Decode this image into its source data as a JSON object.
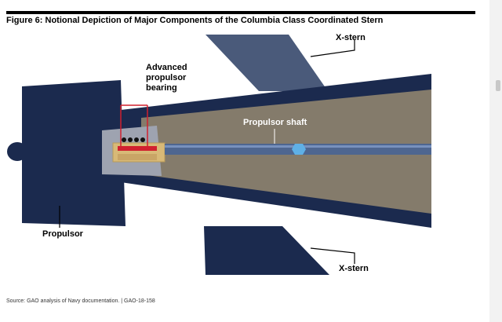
{
  "figure": {
    "title": "Figure 6: Notional Depiction of Major Components of the Columbia Class Coordinated Stern",
    "source": "Source: GAO analysis of Navy documentation.  |  GAO-18-158"
  },
  "labels": {
    "advanced_bearing_line1": "Advanced",
    "advanced_bearing_line2": "propulsor",
    "advanced_bearing_line3": "bearing",
    "propulsor_shaft": "Propulsor shaft",
    "x_stern_top": "X-stern",
    "x_stern_bottom": "X-stern",
    "propulsor": "Propulsor"
  },
  "colors": {
    "navy": "#1b2a4e",
    "fin_top": "#4a5a7a",
    "hull_interior": "#847b6b",
    "bearing_housing": "#9ea3b0",
    "bearing_red": "#d1202f",
    "bearing_gold": "#d8b977",
    "shaft": "#4e6690",
    "shaft_collar": "#5fb0e6"
  },
  "icons": {
    "bearing": "bearing-icon",
    "propulsor_hub": "hub-icon"
  }
}
